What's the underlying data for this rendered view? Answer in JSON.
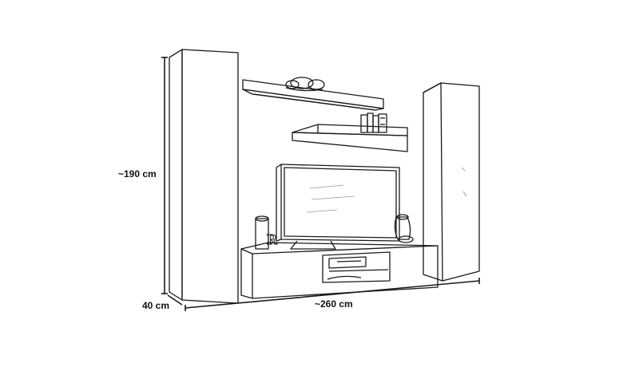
{
  "dimensions": {
    "height_label": "~190 cm",
    "depth_label": "40 cm",
    "width_label": "~260 cm"
  },
  "ornament": {
    "letter": "R"
  },
  "colors": {
    "line": "#1a1a1a",
    "background": "#ffffff"
  }
}
